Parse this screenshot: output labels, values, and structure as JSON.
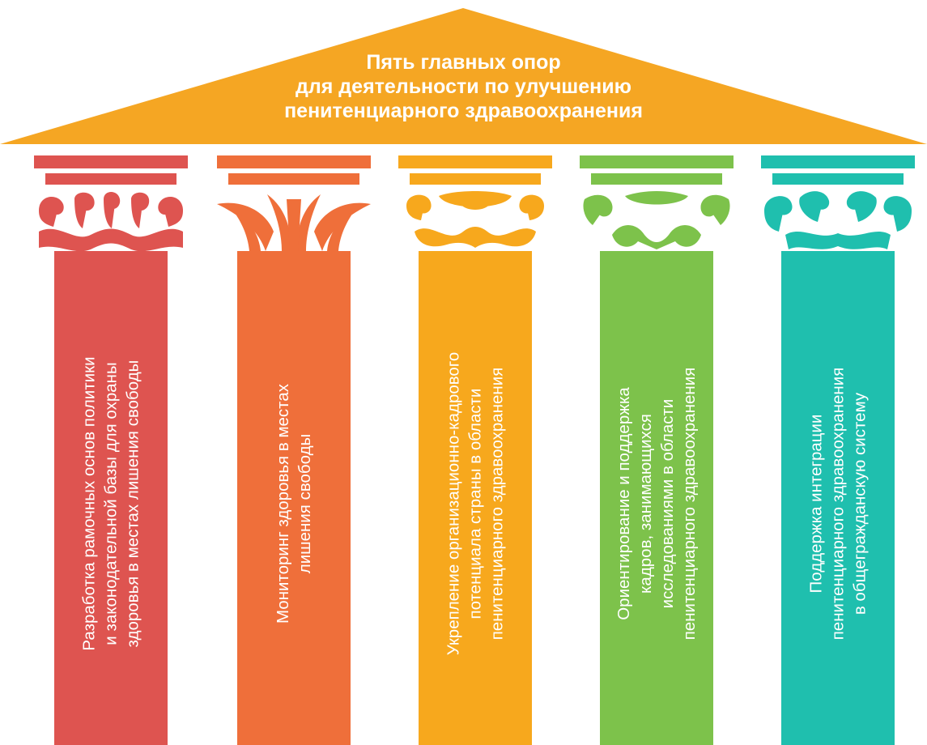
{
  "title_lines": [
    "Пять главных опор",
    "для деятельности по улучшению",
    "пенитенциарного здравоохранения"
  ],
  "colors": {
    "roof": "#F5A623",
    "pillar1": "#DE5450",
    "pillar2": "#EF6F3A",
    "pillar3": "#F7A81D",
    "pillar4": "#7DC24B",
    "pillar5": "#1FBFAE"
  },
  "pillars": [
    {
      "lines": [
        "Разработка рамочных основ политики",
        "и законодательной базы для охраны",
        "здоровья в местах лишения свободы"
      ]
    },
    {
      "lines": [
        "Мониторинг здоровья в местах",
        "лишения свободы"
      ]
    },
    {
      "lines": [
        "Укрепление организационно-кадрового",
        "потенциала страны в области",
        "пенитенциарного здравоохранения"
      ]
    },
    {
      "lines": [
        "Ориентирование и поддержка",
        "кадров, занимающихся",
        "исследованиями в области",
        "пенитенциарного здравоохранения"
      ]
    },
    {
      "lines": [
        "Поддержка интеграции",
        "пенитенциарного здравоохранения",
        "в общегражданскую систему"
      ]
    }
  ]
}
